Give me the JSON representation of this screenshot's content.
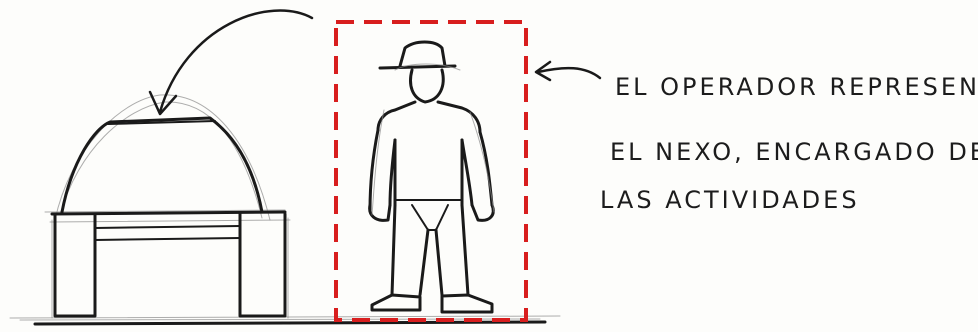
{
  "annotation": {
    "lines": [
      "EL OPERADOR REPRESENTA",
      "EL NEXO, ENCARGADO DE",
      "LAS ACTIVIDADES"
    ]
  },
  "colors": {
    "ink": "#1a1a1a",
    "highlight_dash": "#d81e1e",
    "paper": "#fdfdfb"
  },
  "elements": {
    "left": "dome-shaped structure on rectangular base",
    "center": "standing operator figure wearing a hat",
    "frame": "red dashed rectangle around operator"
  }
}
